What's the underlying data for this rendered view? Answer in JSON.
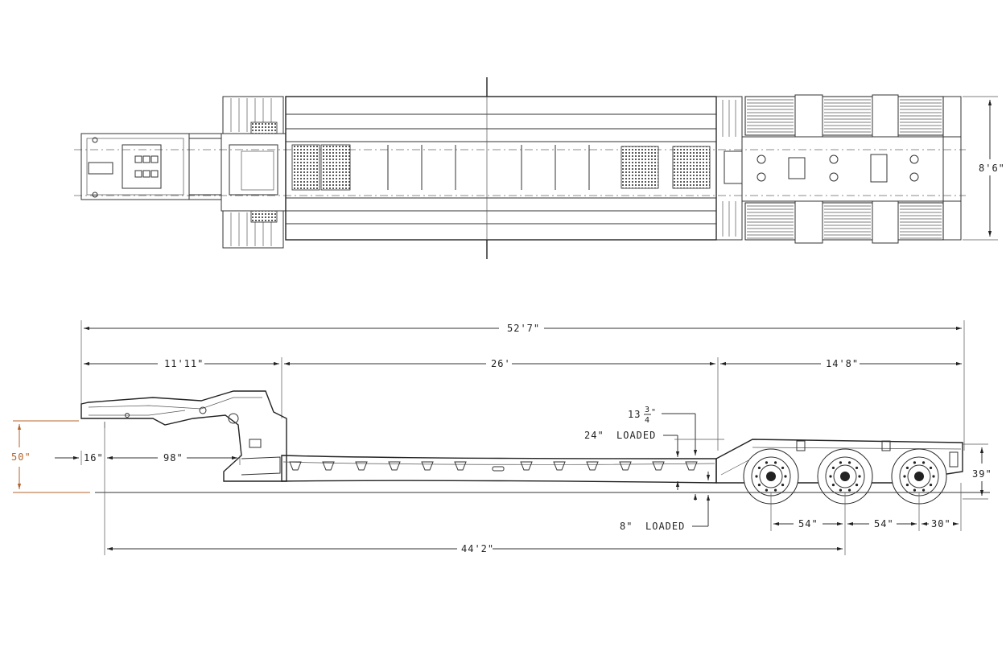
{
  "colors": {
    "line": "#222222",
    "accent_dimension": "#b4632a",
    "background": "#ffffff"
  },
  "plan_view": {
    "width_dim": "8'6\""
  },
  "side_view": {
    "overall_length": "52'7\"",
    "gooseneck_length": "11'11\"",
    "deck_length": "26'",
    "rear_length": "14'8\"",
    "kingpin_offset": "16\"",
    "kingpin_to_deck": "98\"",
    "height_50": "50\"",
    "rear_height": "39\"",
    "dim_13_whole": "13",
    "dim_13_num": "3",
    "dim_13_den": "4",
    "dim_13_unit": "\"",
    "dim_24": "24\"",
    "loaded_label_1": "LOADED",
    "dim_8": "8\"",
    "loaded_label_2": "LOADED",
    "axle_spacing_1": "54\"",
    "axle_spacing_2": "54\"",
    "rear_overhang": "30\"",
    "kingpin_to_axle": "44'2\""
  }
}
